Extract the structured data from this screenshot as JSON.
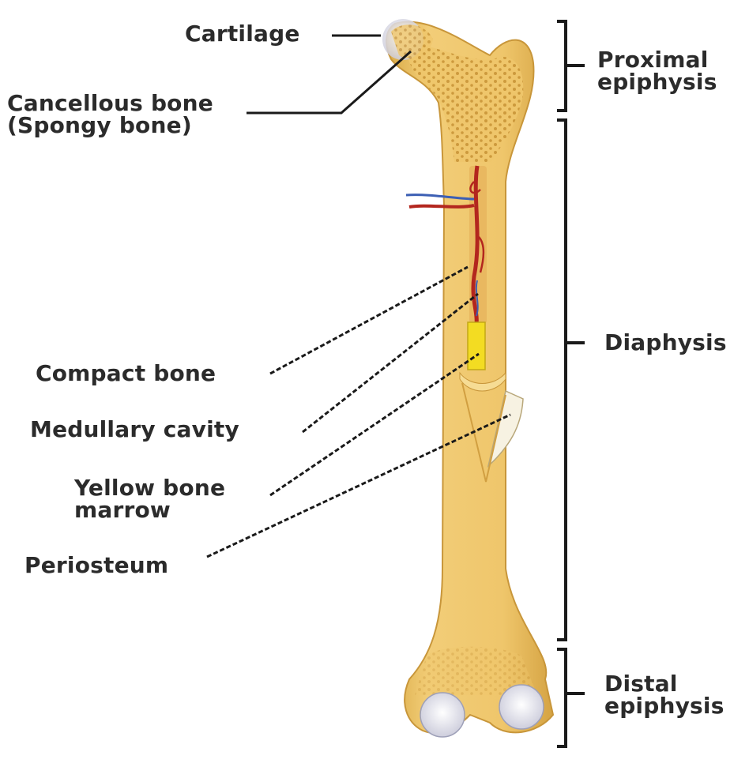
{
  "labels": {
    "cartilage": "Cartilage",
    "cancellous_line1": "Cancellous bone",
    "cancellous_line2": "(Spongy bone)",
    "compact_bone": "Compact bone",
    "medullary_cavity": "Medullary cavity",
    "yellow_marrow_line1": "Yellow bone",
    "yellow_marrow_line2": "marrow",
    "periosteum": "Periosteum",
    "proximal_line1": "Proximal",
    "proximal_line2": "epiphysis",
    "diaphysis": "Diaphysis",
    "distal_line1": "Distal",
    "distal_line2": "epiphysis"
  },
  "colors": {
    "bone": "#efc66b",
    "bone_shadow": "#d9aa45",
    "spongy": "#e2b257",
    "cartilage": "#e6e6ef",
    "artery": "#b3261e",
    "vein": "#3c5fb4",
    "yellow_marrow": "#f3dc22",
    "periosteum": "#f7f2e2",
    "line": "#1a1a1a"
  }
}
